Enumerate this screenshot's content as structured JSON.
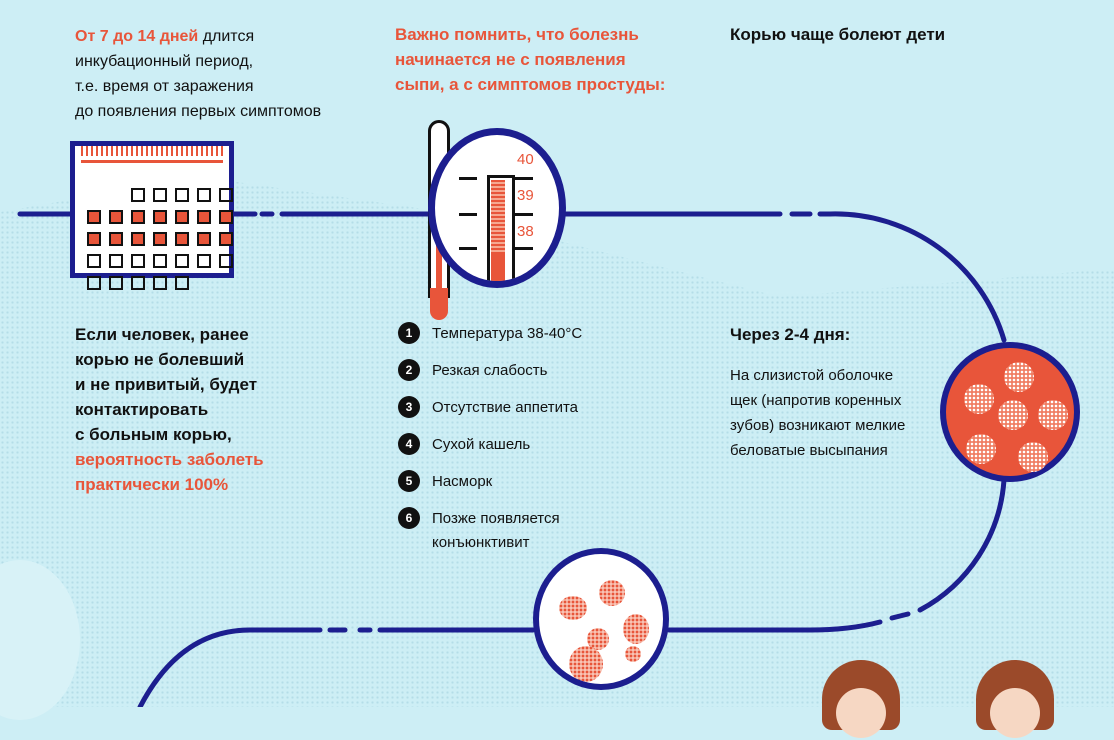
{
  "intro": {
    "highlight": "От 7 до 14 дней",
    "rest_line1": " длится",
    "line2": "инкубационный период,",
    "line3": "т.е. время от заражения",
    "line4": "до появления первых симптомов"
  },
  "reminder": {
    "line1": "Важно помнить, что болезнь",
    "line2": "начинается не с появления",
    "line3": "сыпи, а с симптомов простуды:"
  },
  "children_title": "Корью чаще болеют дети",
  "risk": {
    "line1": "Если человек, ранее",
    "line2": "корью не болевший",
    "line3": "и не привитый, будет",
    "line4": "контактировать",
    "line5": "с больным корью,",
    "line6": "вероятность заболеть",
    "line7": "практически 100%"
  },
  "thermometer_labels": [
    "40",
    "39",
    "38"
  ],
  "symptoms": [
    {
      "num": "1",
      "label": "Температура 38-40°C"
    },
    {
      "num": "2",
      "label": "Резкая слабость"
    },
    {
      "num": "3",
      "label": "Отсутствие аппетита"
    },
    {
      "num": "4",
      "label": "Сухой кашель"
    },
    {
      "num": "5",
      "label": "Насморк"
    },
    {
      "num": "6",
      "label": "Позже появляется конъюнктивит"
    }
  ],
  "after": {
    "title": "Через 2-4 дня:",
    "line1": "На слизистой оболочке",
    "line2": "щек (напротив коренных",
    "line3": "зубов) возникают мелкие",
    "line4": "беловатые высыпания"
  },
  "colors": {
    "accent": "#e8553a",
    "track": "#1c1e8f",
    "background": "#cdeef5"
  },
  "icons": [
    "calendar-icon",
    "thermometer-icon",
    "mouth-spots-icon",
    "skin-rash-icon",
    "child-icon"
  ]
}
